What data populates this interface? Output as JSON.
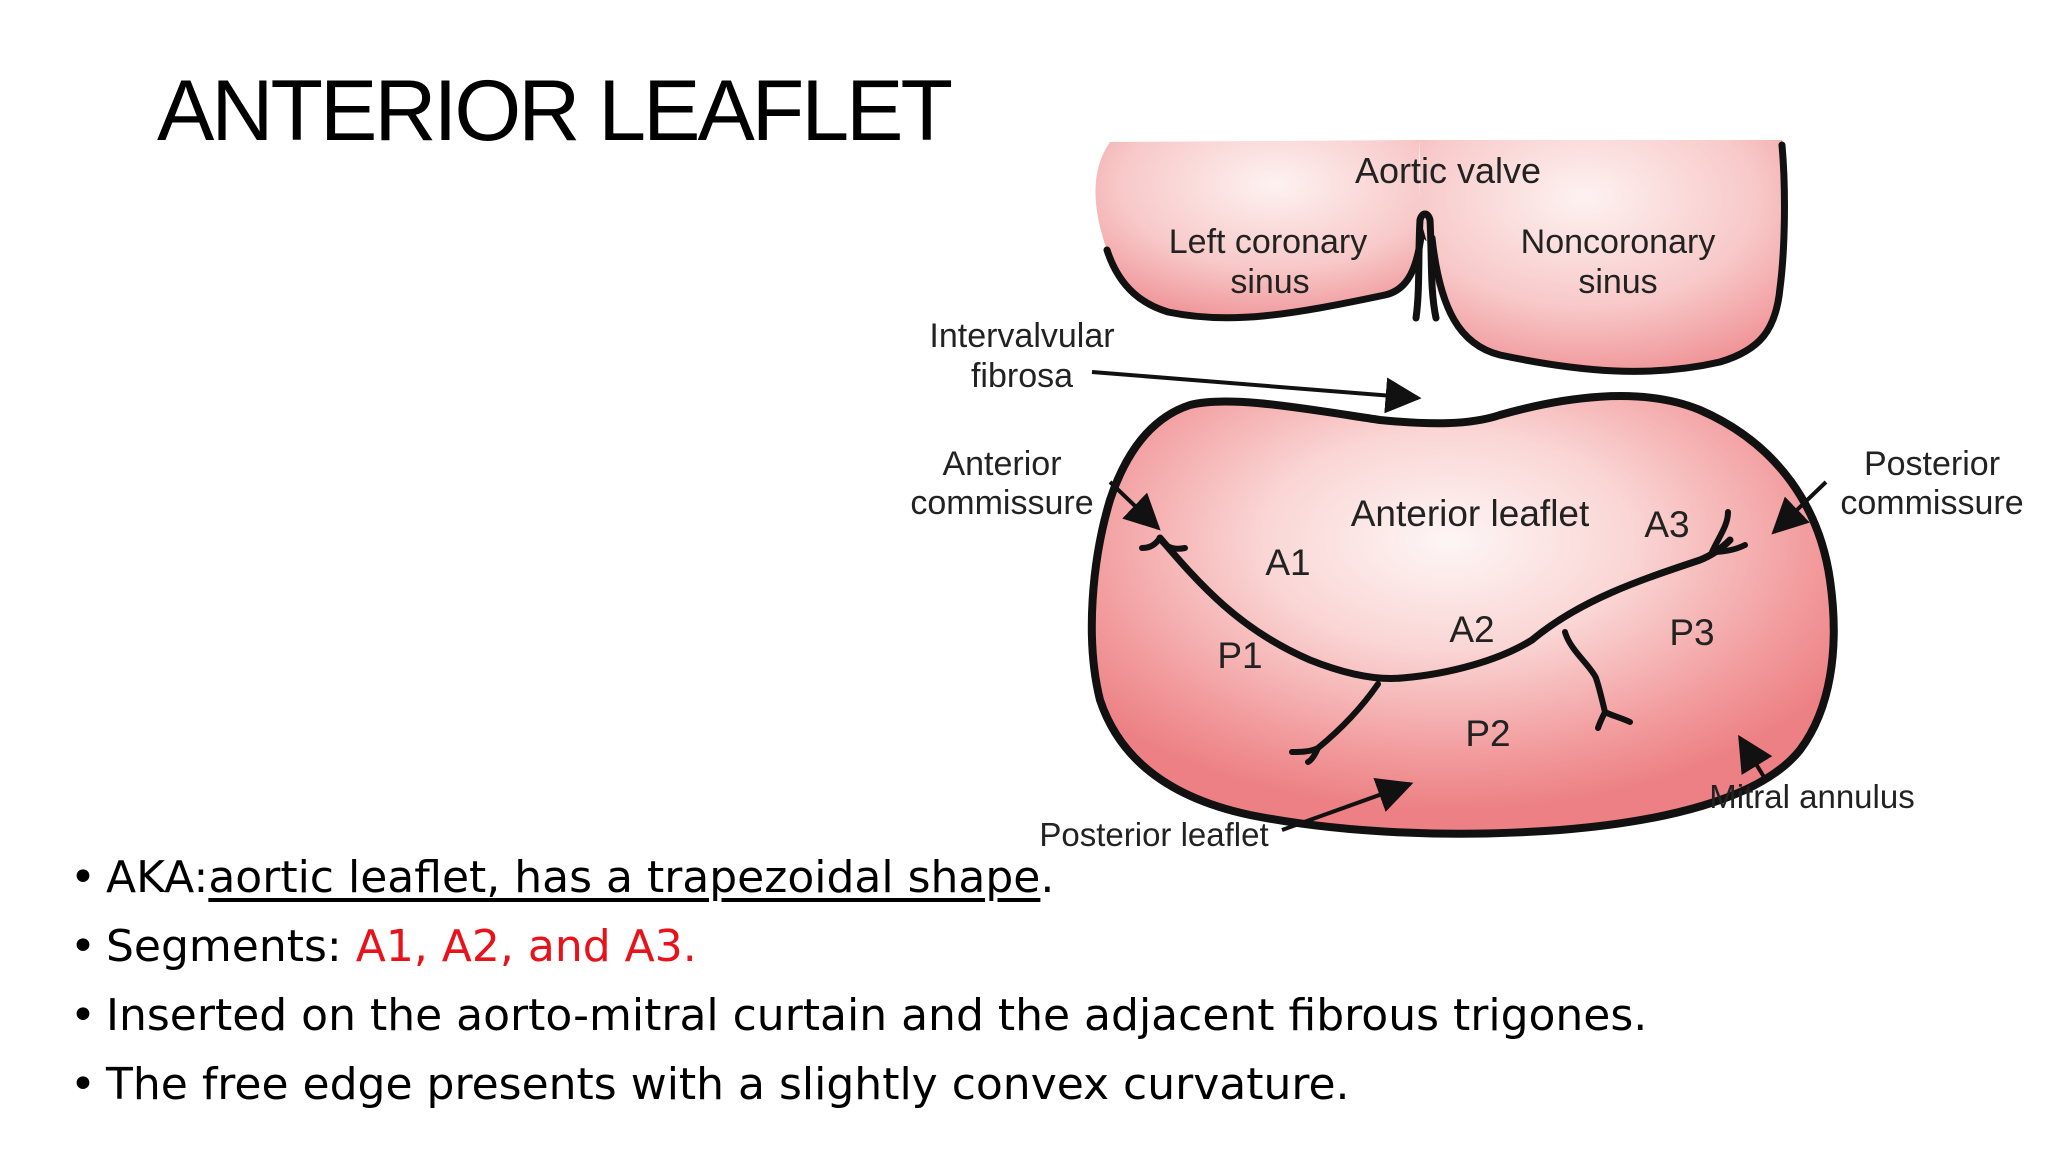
{
  "slide": {
    "title": "ANTERIOR LEAFLET"
  },
  "diagram": {
    "labels": {
      "aortic_valve": "Aortic valve",
      "left_coronary_sinus": [
        "Left coronary",
        "sinus"
      ],
      "noncoronary_sinus": [
        "Noncoronary",
        "sinus"
      ],
      "intervalvular_fibrosa": [
        "Intervalvular",
        "fibrosa"
      ],
      "anterior_commissure": [
        "Anterior",
        "commissure"
      ],
      "posterior_commissure": [
        "Posterior",
        "commissure"
      ],
      "anterior_leaflet": "Anterior leaflet",
      "posterior_leaflet": "Posterior leaflet",
      "mitral_annulus": "Mitral annulus",
      "segments": {
        "a1": "A1",
        "a2": "A2",
        "a3": "A3",
        "p1": "P1",
        "p2": "P2",
        "p3": "P3"
      }
    },
    "colors": {
      "tissue_edge": "#ee8a8e",
      "tissue_center": "#fdf4f3",
      "outline": "#111111"
    }
  },
  "bullets": [
    {
      "prefix": "AKA:",
      "underlined": "aortic leaflet, has a trapezoidal shape",
      "suffix": "."
    },
    {
      "prefix": "Segments: ",
      "highlight": "A1, A2, and A3."
    },
    {
      "text": "Inserted on the aorto-mitral curtain and the adjacent fibrous trigones."
    },
    {
      "text": "The free edge presents with a slightly convex curvature."
    }
  ],
  "colors": {
    "highlight": "#e8121b",
    "text": "#000000"
  }
}
